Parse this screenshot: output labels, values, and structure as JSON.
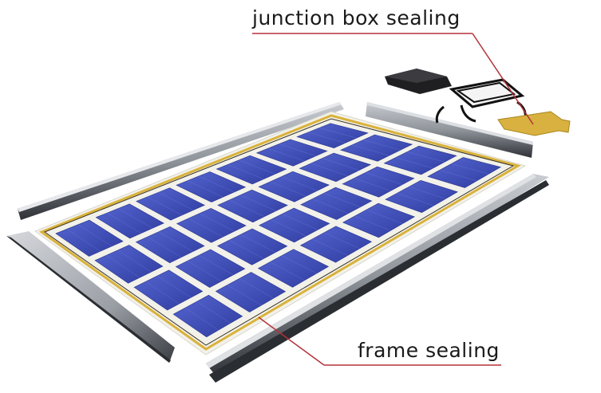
{
  "labels": {
    "junction_box": "junction box sealing",
    "frame": "frame sealing"
  },
  "colors": {
    "leader_line": "#b5323a",
    "cell_blue": "#3c4bb5",
    "sealant_yellow": "#d9b23a",
    "frame_gray": "#8a8f96",
    "junction_pad": "#d8b140"
  },
  "panel": {
    "cell_rows": 4,
    "cell_cols": 7
  }
}
